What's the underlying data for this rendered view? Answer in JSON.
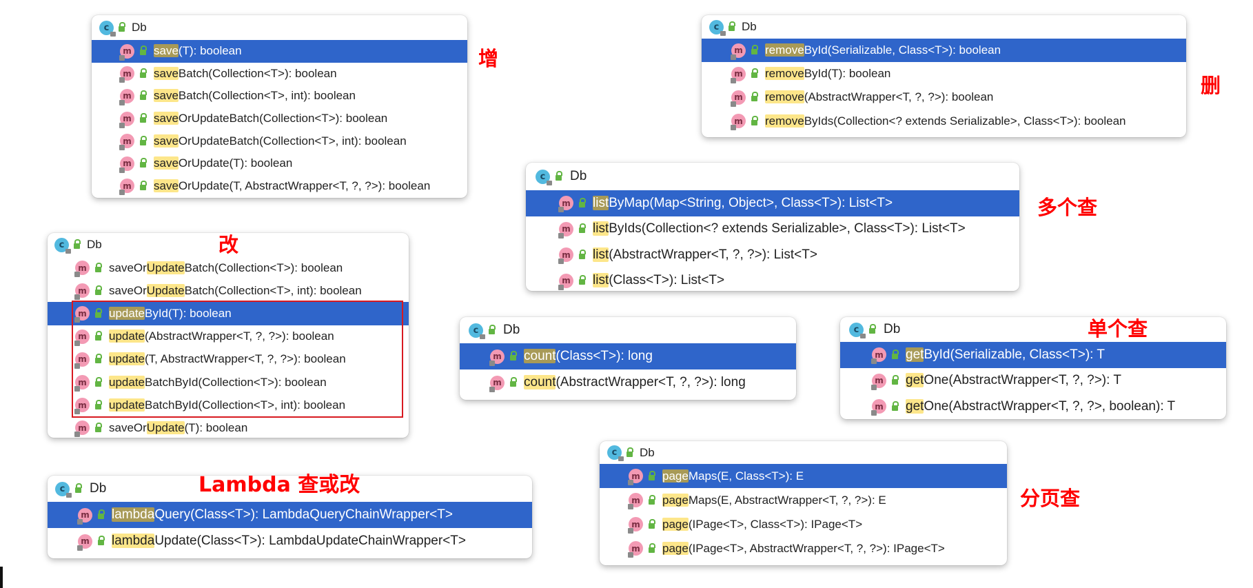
{
  "class_name": "Db",
  "popups": {
    "save": {
      "items": [
        {
          "hl": "save",
          "rest": "(T): boolean"
        },
        {
          "hl": "save",
          "rest": "Batch(Collection<T>): boolean"
        },
        {
          "hl": "save",
          "rest": "Batch(Collection<T>, int): boolean"
        },
        {
          "hl": "save",
          "rest": "OrUpdateBatch(Collection<T>): boolean"
        },
        {
          "hl": "save",
          "rest": "OrUpdateBatch(Collection<T>, int): boolean"
        },
        {
          "hl": "save",
          "rest": "OrUpdate(T): boolean"
        },
        {
          "hl": "save",
          "rest": "OrUpdate(T, AbstractWrapper<T, ?, ?>): boolean"
        }
      ]
    },
    "remove": {
      "items": [
        {
          "hl": "remove",
          "rest": "ById(Serializable, Class<T>): boolean"
        },
        {
          "hl": "remove",
          "rest": "ById(T): boolean"
        },
        {
          "hl": "remove",
          "rest": "(AbstractWrapper<T, ?, ?>): boolean"
        },
        {
          "hl": "remove",
          "rest": "ByIds(Collection<? extends Serializable>, Class<T>): boolean"
        }
      ]
    },
    "list": {
      "items": [
        {
          "hl": "list",
          "rest": "ByMap(Map<String, Object>, Class<T>): List<T>"
        },
        {
          "hl": "list",
          "rest": "ByIds(Collection<? extends Serializable>, Class<T>): List<T>"
        },
        {
          "hl": "list",
          "rest": "(AbstractWrapper<T, ?, ?>): List<T>"
        },
        {
          "hl": "list",
          "rest": "(Class<T>): List<T>"
        }
      ]
    },
    "update": {
      "items": [
        {
          "pre": "saveOr",
          "hl": "Update",
          "rest": "Batch(Collection<T>): boolean"
        },
        {
          "pre": "saveOr",
          "hl": "Update",
          "rest": "Batch(Collection<T>, int): boolean"
        },
        {
          "pre": "",
          "hl": "update",
          "rest": "ById(T): boolean"
        },
        {
          "pre": "",
          "hl": "update",
          "rest": "(AbstractWrapper<T, ?, ?>): boolean"
        },
        {
          "pre": "",
          "hl": "update",
          "rest": "(T, AbstractWrapper<T, ?, ?>): boolean"
        },
        {
          "pre": "",
          "hl": "update",
          "rest": "BatchById(Collection<T>): boolean"
        },
        {
          "pre": "",
          "hl": "update",
          "rest": "BatchById(Collection<T>, int): boolean"
        },
        {
          "pre": "saveOr",
          "hl": "Update",
          "rest": "(T): boolean"
        }
      ]
    },
    "count": {
      "items": [
        {
          "hl": "count",
          "rest": "(Class<T>): long"
        },
        {
          "hl": "count",
          "rest": "(AbstractWrapper<T, ?, ?>): long"
        }
      ]
    },
    "get": {
      "items": [
        {
          "hl": "get",
          "rest": "ById(Serializable, Class<T>): T"
        },
        {
          "hl": "get",
          "rest": "One(AbstractWrapper<T, ?, ?>): T"
        },
        {
          "hl": "get",
          "rest": "One(AbstractWrapper<T, ?, ?>, boolean): T"
        }
      ]
    },
    "page": {
      "items": [
        {
          "hl": "page",
          "rest": "Maps(E, Class<T>): E"
        },
        {
          "hl": "page",
          "rest": "Maps(E, AbstractWrapper<T, ?, ?>): E"
        },
        {
          "hl": "page",
          "rest": "(IPage<T>, Class<T>): IPage<T>"
        },
        {
          "hl": "page",
          "rest": "(IPage<T>, AbstractWrapper<T, ?, ?>): IPage<T>"
        }
      ]
    },
    "lambda": {
      "items": [
        {
          "hl": "lambda",
          "rest": "Query(Class<T>): LambdaQueryChainWrapper<T>"
        },
        {
          "hl": "lambda",
          "rest": "Update(Class<T>): LambdaUpdateChainWrapper<T>"
        }
      ]
    }
  },
  "labels": {
    "add": "增",
    "delete": "删",
    "multi_query": "多个查",
    "update": "改",
    "single_query": "单个查",
    "lambda": "Lambda 查或改",
    "page_query": "分页查"
  },
  "colors": {
    "selection": "#2f65ca",
    "highlight": "#fde68a",
    "selected_highlight": "#a89a57",
    "annotation": "#ff0000",
    "class_icon": "#52b9df",
    "method_icon": "#f39ab4",
    "public_lock": "#62b543"
  },
  "icons": {
    "class": "class-c-icon",
    "method": "method-m-icon",
    "access": "public-lock-icon"
  }
}
